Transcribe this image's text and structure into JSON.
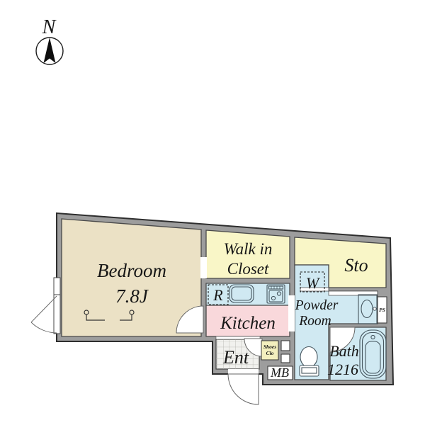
{
  "compass": {
    "label": "N"
  },
  "rooms": {
    "bedroom": {
      "name": "Bedroom",
      "size": "7.8J"
    },
    "walk_in_closet": {
      "line1": "Walk in",
      "line2": "Closet"
    },
    "storage": {
      "name": "Sto"
    },
    "kitchen": {
      "name": "Kitchen"
    },
    "powder_room": {
      "line1": "Powder",
      "line2": "Room"
    },
    "bath": {
      "name": "Bath",
      "size": "1216"
    },
    "entrance": {
      "name": "Ent"
    }
  },
  "fixtures": {
    "refrigerator": "R",
    "washer": "W",
    "shoes_closet": {
      "line1": "Shoes",
      "line2": "Clo"
    },
    "meter_box": "MB",
    "pipe_space": "PS"
  },
  "colors": {
    "wall": "#9d9d9d",
    "wall_outline": "#2e2e2e",
    "bedroom": "#ebe1c5",
    "closet": "#f9f6c7",
    "kitchen": "#f9d8db",
    "wet_area": "#d0e9f2",
    "tile": "#f1f1ee",
    "shoes_box": "#f3efbe",
    "paper": "#ffffff"
  }
}
